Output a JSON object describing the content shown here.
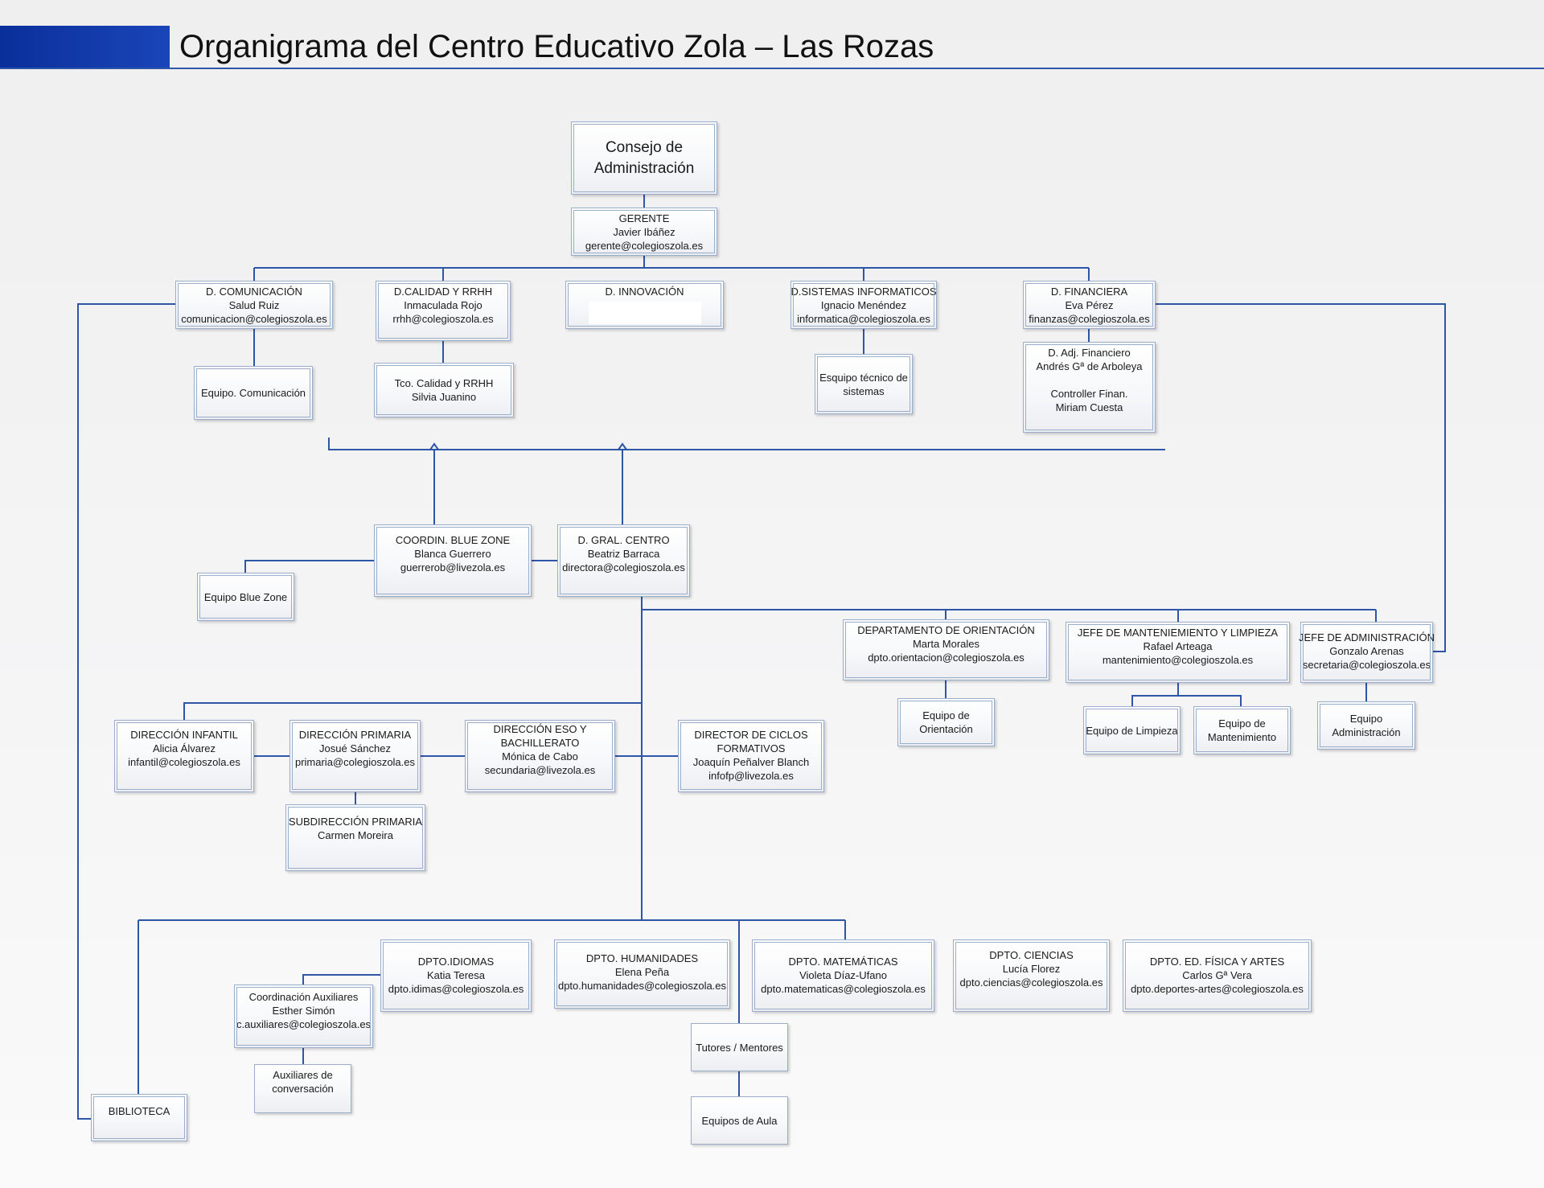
{
  "title": "Organigrama del Centro Educativo Zola – Las Rozas",
  "nodes": {
    "consejo": [
      "Consejo de",
      "Administración"
    ],
    "gerente": [
      "GERENTE",
      "Javier Ibáñez",
      "gerente@colegioszola.es"
    ],
    "comunicacion": [
      "D. COMUNICACIÓN",
      "Salud Ruiz",
      "comunicacion@colegioszola.es"
    ],
    "calidad": [
      "D.CALIDAD Y RRHH",
      "Inmaculada Rojo",
      "rrhh@colegioszola.es"
    ],
    "innovacion": [
      "D. INNOVACIÓN"
    ],
    "sistemas": [
      "D.SISTEMAS INFORMATICOS",
      "Ignacio Menéndez",
      "informatica@colegioszola.es"
    ],
    "financiera": [
      "D. FINANCIERA",
      "Eva Pérez",
      "finanzas@colegioszola.es"
    ],
    "equipo_comunicacion": [
      "Equipo. Comunicación"
    ],
    "tco_calidad": [
      "Tco. Calidad y RRHH",
      "Silvia Juanino"
    ],
    "equipo_sistemas": [
      "Esquipo técnico de",
      "sistemas"
    ],
    "adj_financiero": [
      "D. Adj. Financiero",
      "Andrés Gª de Arboleya",
      "",
      "Controller Finan.",
      "Miriam Cuesta"
    ],
    "blue_zone": [
      "COORDIN. BLUE ZONE",
      "Blanca Guerrero",
      "guerrerob@livezola.es"
    ],
    "gral_centro": [
      "D. GRAL. CENTRO",
      "Beatriz Barraca",
      "directora@colegioszola.es"
    ],
    "equipo_blue_zone": [
      "Equipo Blue Zone"
    ],
    "orientacion": [
      "DEPARTAMENTO DE ORIENTACIÓN",
      "Marta Morales",
      "dpto.orientacion@colegioszola.es"
    ],
    "mantenimiento": [
      "JEFE DE MANTENIEMIENTO Y LIMPIEZA",
      "Rafael Arteaga",
      "mantenimiento@colegioszola.es"
    ],
    "administracion": [
      "JEFE DE ADMINISTRACIÓN",
      "Gonzalo Arenas",
      "secretaria@colegioszola.es"
    ],
    "equipo_orientacion": [
      "Equipo de",
      "Orientación"
    ],
    "equipo_limpieza": [
      "Equipo de Limpieza"
    ],
    "equipo_mantenimiento": [
      "Equipo de",
      "Mantenimiento"
    ],
    "equipo_administracion": [
      "Equipo",
      "Administración"
    ],
    "infantil": [
      "DIRECCIÓN INFANTIL",
      "Alicia Álvarez",
      "infantil@colegioszola.es"
    ],
    "primaria": [
      "DIRECCIÓN PRIMARIA",
      "Josué Sánchez",
      "primaria@colegioszola.es"
    ],
    "eso": [
      "DIRECCIÓN ESO Y",
      "BACHILLERATO",
      "Mónica de Cabo",
      "secundaria@livezola.es"
    ],
    "ciclos": [
      "DIRECTOR DE CICLOS",
      "FORMATIVOS",
      "Joaquín Peñalver Blanch",
      "infofp@livezola.es"
    ],
    "subdireccion_primaria": [
      "SUBDIRECCIÓN PRIMARIA",
      "Carmen Moreira"
    ],
    "idiomas": [
      "DPTO.IDIOMAS",
      "Katia Teresa",
      "dpto.idimas@colegioszola.es"
    ],
    "humanidades": [
      "DPTO. HUMANIDADES",
      "Elena Peña",
      "dpto.humanidades@colegioszola.es"
    ],
    "matematicas": [
      "DPTO. MATEMÁTICAS",
      "Violeta Díaz-Ufano",
      "dpto.matematicas@colegioszola.es"
    ],
    "ciencias": [
      "DPTO. CIENCIAS",
      "Lucía Florez",
      "dpto.ciencias@colegioszola.es"
    ],
    "fisica_artes": [
      "DPTO. ED. FÍSICA Y ARTES",
      "Carlos Gª Vera",
      "dpto.deportes-artes@colegioszola.es"
    ],
    "auxiliares": [
      "Coordinación Auxiliares",
      "Esther Simón",
      "c.auxiliares@colegioszola.es"
    ],
    "auxiliares_conversacion": [
      "Auxiliares de",
      "conversación"
    ],
    "tutores": [
      "Tutores / Mentores"
    ],
    "equipos_aula": [
      "Equipos de Aula"
    ],
    "biblioteca": [
      "BIBLIOTECA"
    ]
  },
  "colors": {
    "connector": "#2e56a6",
    "header": "#1a45b8",
    "box_border": "#9aaecb"
  }
}
